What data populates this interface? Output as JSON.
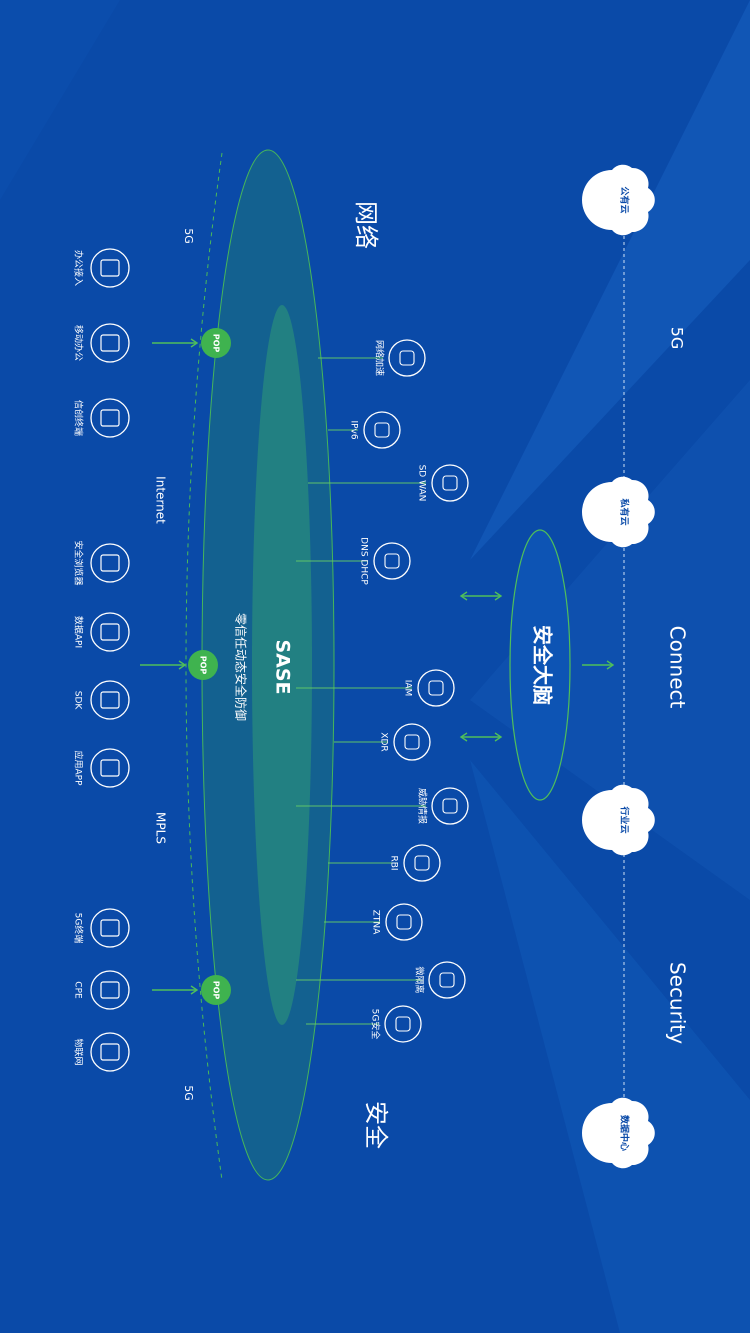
{
  "network_label": "网络",
  "security_label": "安全",
  "sase": {
    "title": "SASE",
    "subtitle": "零信任动态安全防御"
  },
  "brain": {
    "label": "安全大脑"
  },
  "right_labels": {
    "top": "5G",
    "middle": "Connect",
    "bottom": "Security"
  },
  "clouds": [
    {
      "label": "公有云"
    },
    {
      "label": "私有云"
    },
    {
      "label": "行业云"
    },
    {
      "label": "数据中心"
    }
  ],
  "link_labels": {
    "top_5g": "5G",
    "internet": "Internet",
    "mpls": "MPLS",
    "bottom_5g": "5G"
  },
  "pop_label": "POP",
  "left_endpoints": [
    {
      "label": "办公接入",
      "icon": "monitor-icon"
    },
    {
      "label": "移动办公",
      "icon": "mobile-icon"
    },
    {
      "label": "信创终端",
      "icon": "it-terminal-icon"
    },
    {
      "label": "安全浏览器",
      "icon": "globe-icon"
    },
    {
      "label": "数据API",
      "icon": "api-doc-icon"
    },
    {
      "label": "SDK",
      "icon": "sdk-cube-icon"
    },
    {
      "label": "应用APP",
      "icon": "app-grid-icon"
    },
    {
      "label": "5G终端",
      "icon": "5g-icon"
    },
    {
      "label": "CPE",
      "icon": "cpe-icon"
    },
    {
      "label": "物联网",
      "icon": "iot-icon"
    }
  ],
  "services": [
    {
      "label": "网络加速",
      "icon": "rocket-icon"
    },
    {
      "label": "IPv6",
      "icon": "ipv6-icon"
    },
    {
      "label": "SD WAN",
      "icon": "sdwan-icon"
    },
    {
      "label": "DNS DHCP",
      "icon": "dns-icon"
    },
    {
      "label": "IAM",
      "icon": "iam-icon"
    },
    {
      "label": "XDR",
      "icon": "xdr-icon"
    },
    {
      "label": "威胁情报",
      "icon": "threat-intel-icon"
    },
    {
      "label": "RBI",
      "icon": "rbi-icon"
    },
    {
      "label": "ZTNA",
      "icon": "ztna-icon"
    },
    {
      "label": "微隔离",
      "icon": "micro-segmentation-icon"
    },
    {
      "label": "5G安全",
      "icon": "5g-shield-icon"
    }
  ],
  "colors": {
    "background": "#0a4aa8",
    "accent_green": "#3fb34f",
    "white": "#ffffff"
  }
}
